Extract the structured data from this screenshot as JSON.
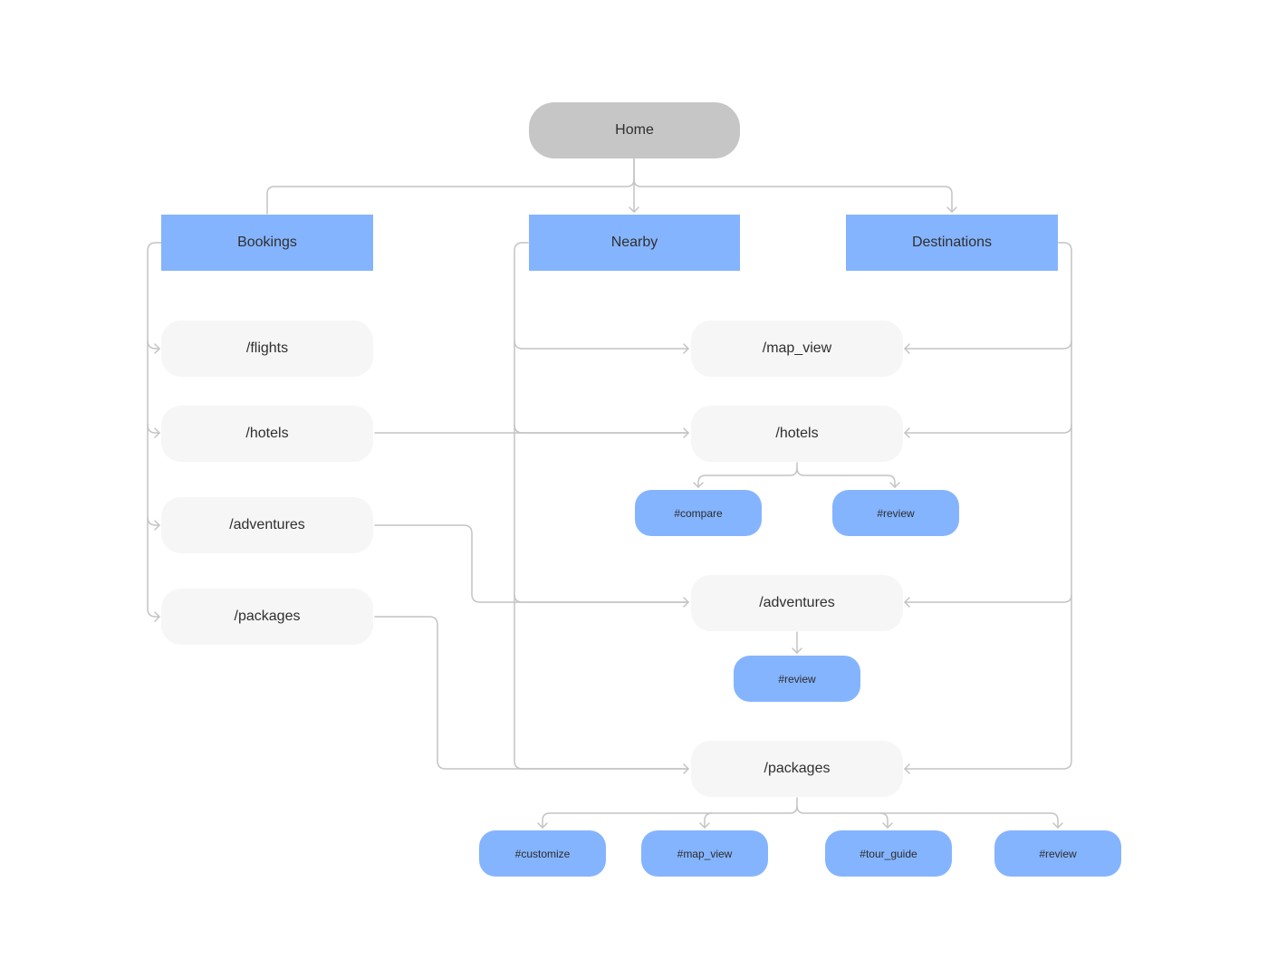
{
  "colors": {
    "root_fill": "#c6c6c6",
    "section_fill": "#85b4ff",
    "page_fill": "#f6f6f6",
    "anchor_fill": "#85b4ff",
    "connector": "#c4c4c4"
  },
  "root": {
    "label": "Home"
  },
  "sections": {
    "bookings": {
      "label": "Bookings"
    },
    "nearby": {
      "label": "Nearby"
    },
    "destinations": {
      "label": "Destinations"
    }
  },
  "bookings_pages": {
    "flights": "/flights",
    "hotels": "/hotels",
    "adventures": "/adventures",
    "packages": "/packages"
  },
  "shared_pages": {
    "map_view": "/map_view",
    "hotels": "/hotels",
    "adventures": "/adventures",
    "packages": "/packages"
  },
  "anchors": {
    "hotels_compare": "#compare",
    "hotels_review": "#review",
    "adventures_review": "#review",
    "packages_customize": "#customize",
    "packages_map_view": "#map_view",
    "packages_tour_guide": "#tour_guide",
    "packages_review": "#review"
  }
}
